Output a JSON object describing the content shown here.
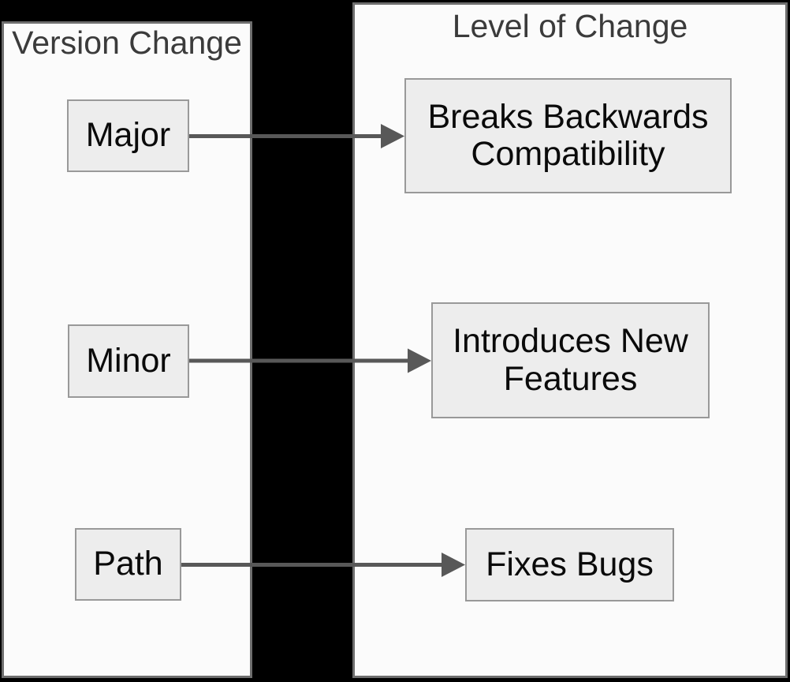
{
  "diagram": {
    "type": "flowchart",
    "background": "#000000",
    "panels": {
      "left": {
        "title": "Version Change",
        "nodes": [
          {
            "id": "major",
            "label": "Major"
          },
          {
            "id": "minor",
            "label": "Minor"
          },
          {
            "id": "path",
            "label": "Path"
          }
        ]
      },
      "right": {
        "title": "Level of Change",
        "nodes": [
          {
            "id": "breaks",
            "label": "Breaks Backwards Compatibility"
          },
          {
            "id": "features",
            "label": "Introduces New Features"
          },
          {
            "id": "fixes",
            "label": "Fixes Bugs"
          }
        ]
      }
    },
    "edges": [
      {
        "from": "Major",
        "to": "Breaks Backwards Compatibility"
      },
      {
        "from": "Minor",
        "to": "Introduces New Features"
      },
      {
        "from": "Path",
        "to": "Fixes Bugs"
      }
    ],
    "colors": {
      "canvas_background": "#000000",
      "panel_fill": "#fbfbfb",
      "panel_border": "#6e6e6e",
      "node_fill": "#ededed",
      "node_border": "#999999",
      "node_text": "#0a0a0a",
      "title_text": "#3b3b3b",
      "arrow": "#585858"
    }
  }
}
